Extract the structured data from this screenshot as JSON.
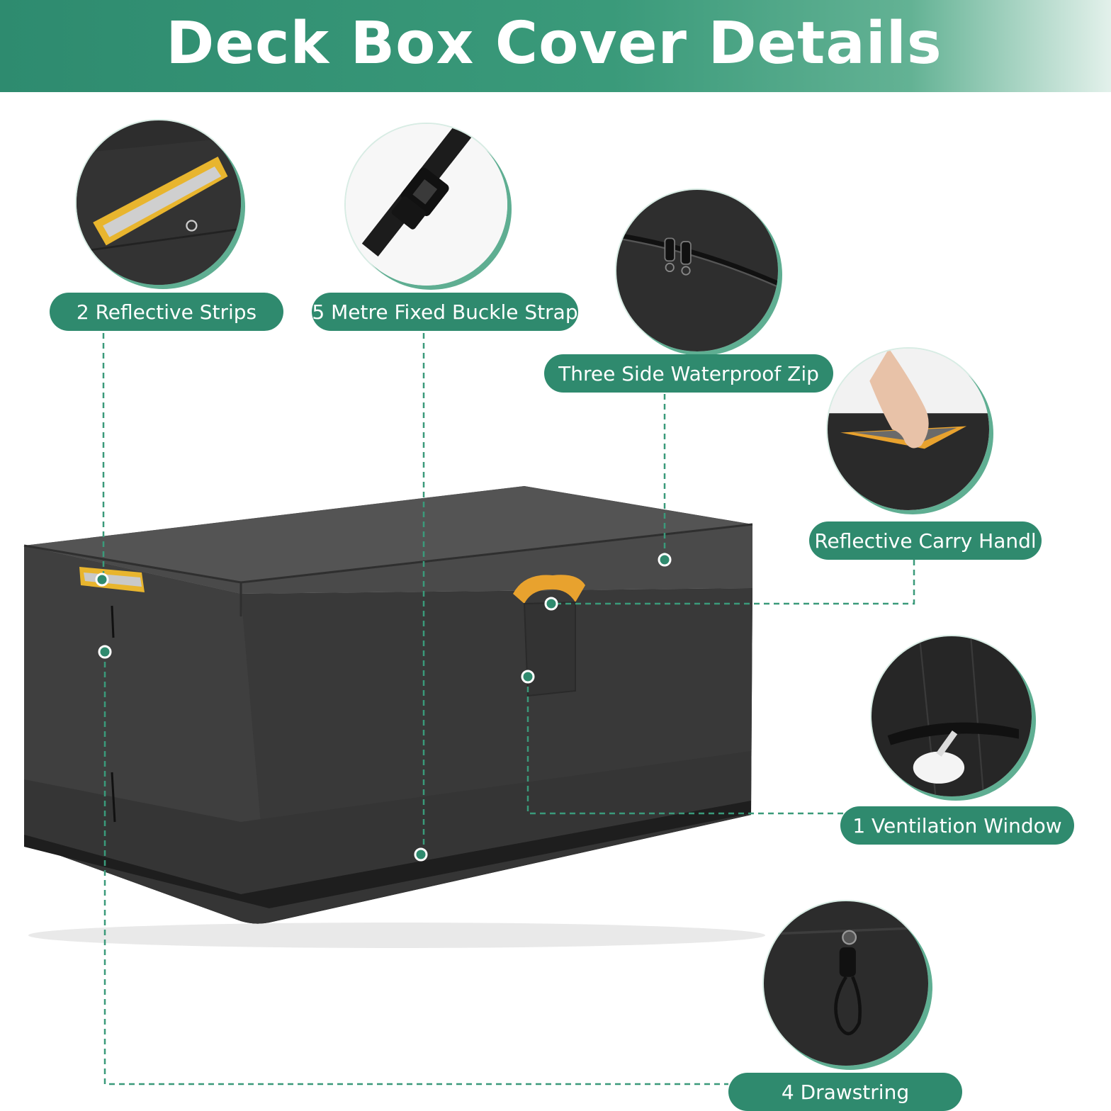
{
  "banner": {
    "title": "Deck Box Cover Details"
  },
  "features": [
    {
      "label": "2 Reflective Strips",
      "icon": "reflective-strip-closeup"
    },
    {
      "label": "5 Metre Fixed Buckle Strap",
      "icon": "buckle-strap-closeup"
    },
    {
      "label": "Three Side Waterproof Zip",
      "icon": "zipper-closeup"
    },
    {
      "label": "Reflective Carry Handl",
      "icon": "carry-handle-closeup"
    },
    {
      "label": "1 Ventilation Window",
      "icon": "vent-closeup"
    },
    {
      "label": "4 Drawstring",
      "icon": "drawstring-closeup"
    }
  ],
  "colors": {
    "brand": "#2f8a6e",
    "accent_ring": "#5fae92",
    "reflective": "#e8b52e",
    "product": "#3b3b3b"
  }
}
